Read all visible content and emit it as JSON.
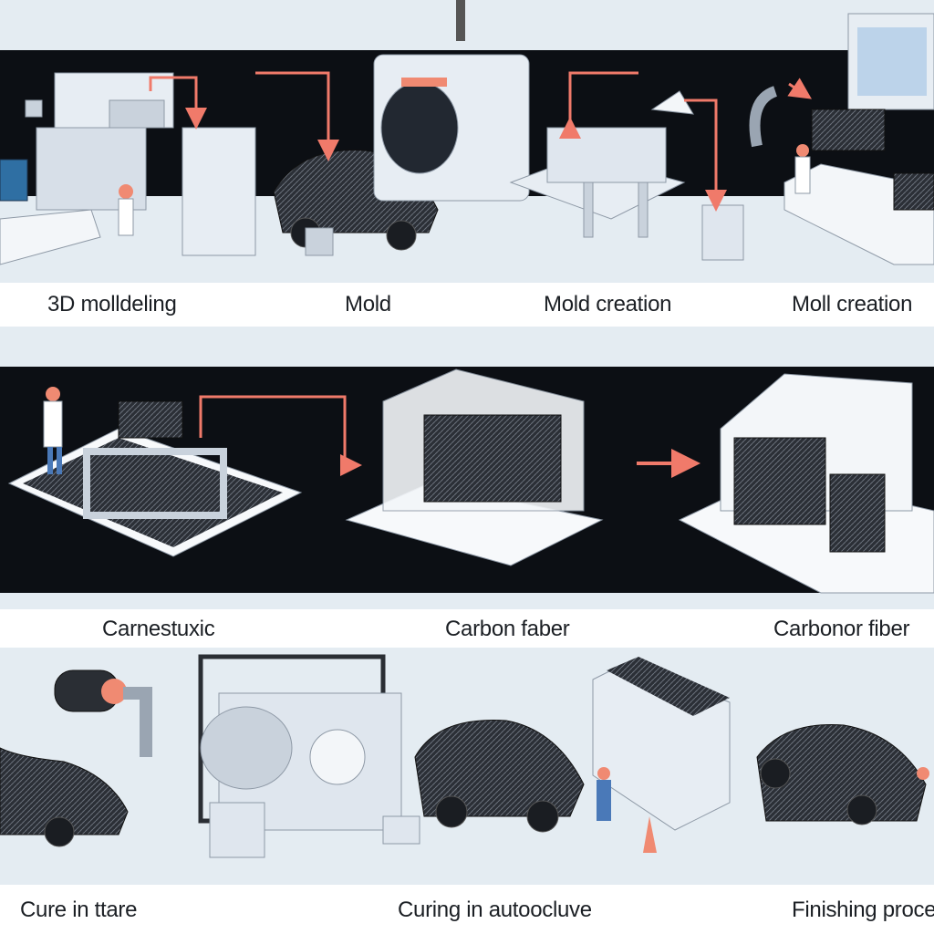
{
  "rows": [
    {
      "labels": [
        "3D molldeling",
        "Mold",
        "Mold creation",
        "Moll creation"
      ]
    },
    {
      "labels": [
        "Carnestuxic",
        "Carbon faber",
        "Carbonor fiber"
      ]
    },
    {
      "labels": [
        "Cure in ttare",
        "Curing in autoocluve",
        "Finishing proces"
      ]
    }
  ],
  "colors": {
    "arrow": "#f07a6a",
    "dark_band": "#0c0f14",
    "light_band": "#e4ecf2",
    "machine": "#dfe6ee",
    "carbon": "#2b2f36"
  }
}
